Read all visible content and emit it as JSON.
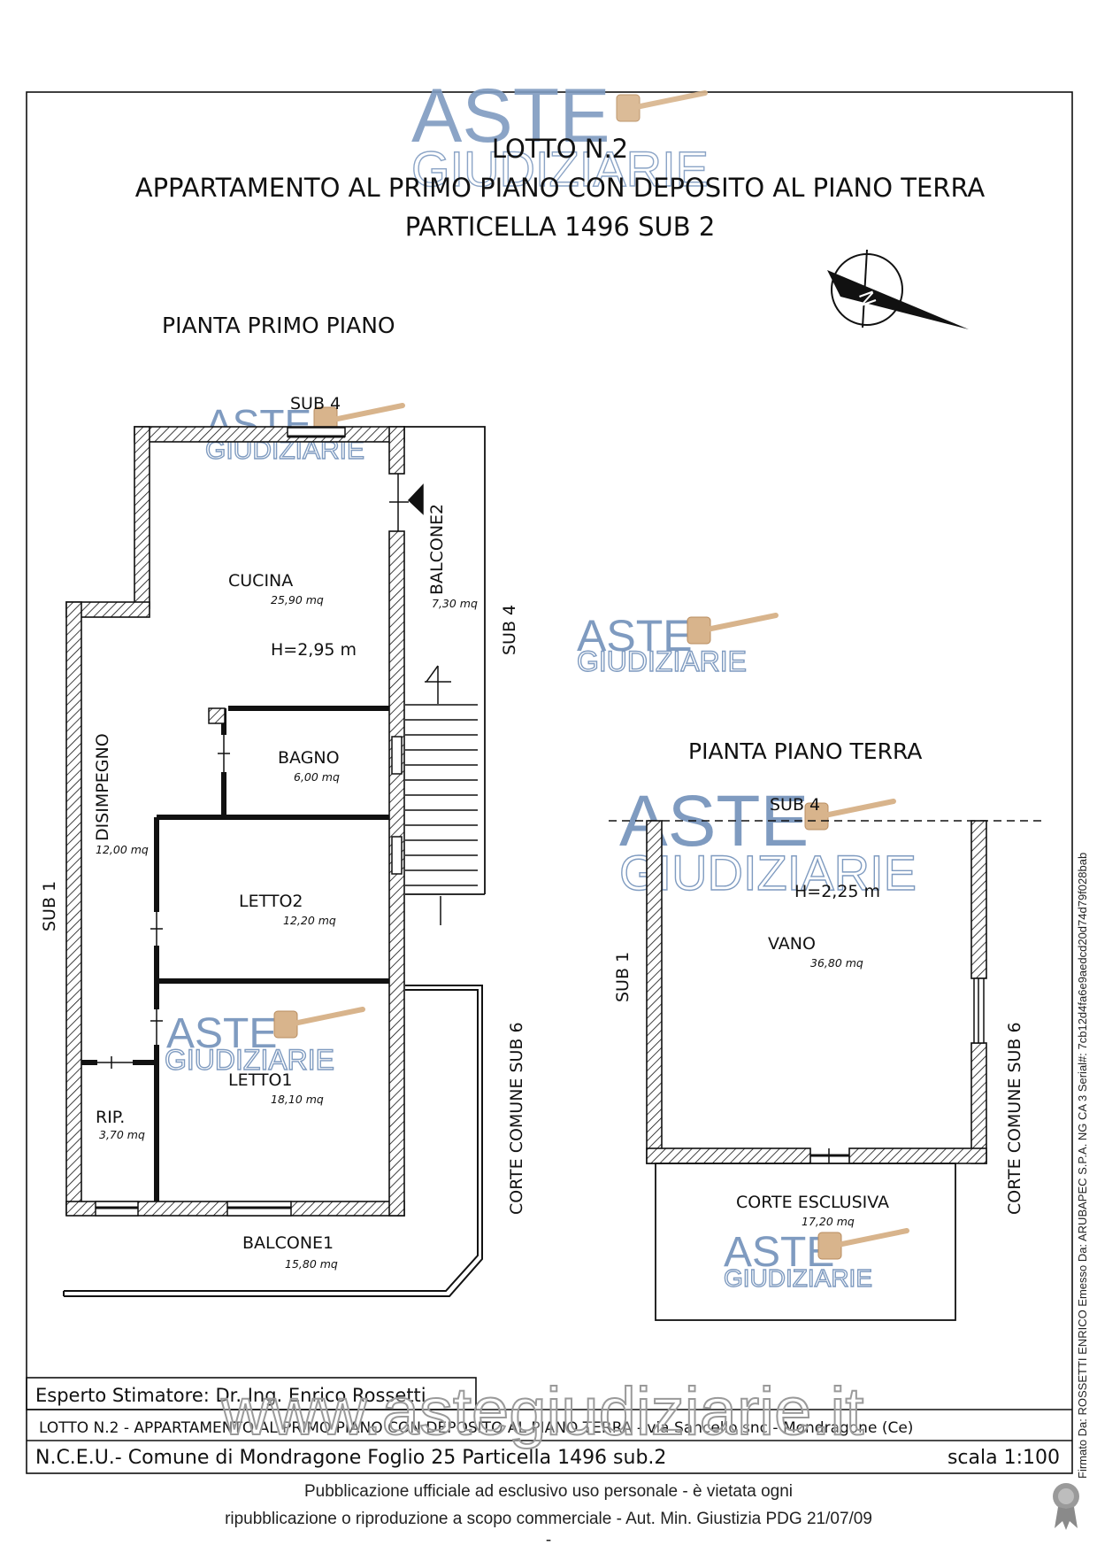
{
  "title": {
    "line1": "LOTTO N.2",
    "line2": "APPARTAMENTO AL PRIMO PIANO CON DEPOSITO AL PIANO TERRA",
    "line3": "PARTICELLA 1496 SUB 2"
  },
  "first_floor": {
    "heading": "PIANTA PRIMO PIANO",
    "height_label": "H=2,95 m",
    "rooms": [
      {
        "name": "CUCINA",
        "area": "25,90 mq"
      },
      {
        "name": "BALCONE2",
        "area": "7,30 mq"
      },
      {
        "name": "BAGNO",
        "area": "6,00 mq"
      },
      {
        "name": "DISIMPEGNO",
        "area": "12,00 mq"
      },
      {
        "name": "LETTO2",
        "area": "12,20 mq"
      },
      {
        "name": "LETTO1",
        "area": "18,10 mq"
      },
      {
        "name": "RIP.",
        "area": "3,70 mq"
      },
      {
        "name": "BALCONE1",
        "area": "15,80 mq"
      }
    ],
    "neighbors": {
      "top": "SUB 4",
      "right": "SUB 4",
      "left": "SUB 1",
      "right_bottom": "CORTE COMUNE SUB 6"
    }
  },
  "ground_floor": {
    "heading": "PIANTA PIANO TERRA",
    "height_label": "H=2,25 m",
    "rooms": [
      {
        "name": "VANO",
        "area": "36,80 mq"
      },
      {
        "name": "CORTE ESCLUSIVA",
        "area": "17,20 mq"
      }
    ],
    "neighbors": {
      "top": "SUB 4",
      "left": "SUB 1",
      "right": "CORTE COMUNE SUB 6"
    }
  },
  "watermark": {
    "line1": "ASTE",
    "line2": "GIUDIZIARIE",
    "site": "www.astegiudiziarie.it"
  },
  "title_block": {
    "expert": "Esperto Stimatore: Dr. Ing. Enrico Rossetti",
    "lot": "LOTTO N.2 - APPARTAMENTO AL PRIMO PIANO CON DEPOSITO AL PIANO TERRA - via Sancello snc - Mondragone (Ce)",
    "cadastre": "N.C.E.U.- Comune di Mondragone Foglio 25 Particella 1496 sub.2",
    "scale": "scala 1:100"
  },
  "footer": {
    "line1": "Pubblicazione ufficiale ad esclusivo uso personale - è vietata ogni",
    "line2": "ripubblicazione o riproduzione a scopo commerciale - Aut. Min. Giustizia PDG 21/07/09",
    "line3": "-"
  },
  "signature": "Firmato Da: ROSSETTI ENRICO Emesso Da: ARUBAPEC S.P.A. NG CA 3 Serial#: 7cb12d4fa6e9aedcd20d74d79f028bab"
}
